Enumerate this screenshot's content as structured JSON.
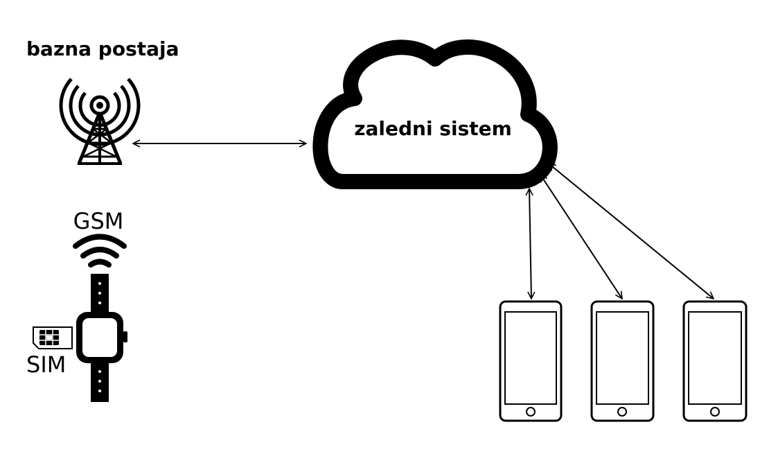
{
  "labels": {
    "base_station": "bazna postaja",
    "backend": "zaledni sistem",
    "gsm": "GSM",
    "sim": "SIM"
  },
  "icons": {
    "base_station": "cell-tower-icon",
    "backend": "cloud-icon",
    "gsm": "wireless-signal-icon",
    "watch": "smartwatch-icon",
    "sim": "sim-card-icon",
    "phones": [
      "smartphone-icon",
      "smartphone-icon",
      "smartphone-icon"
    ]
  },
  "colors": {
    "stroke": "#000000",
    "background": "#ffffff"
  }
}
